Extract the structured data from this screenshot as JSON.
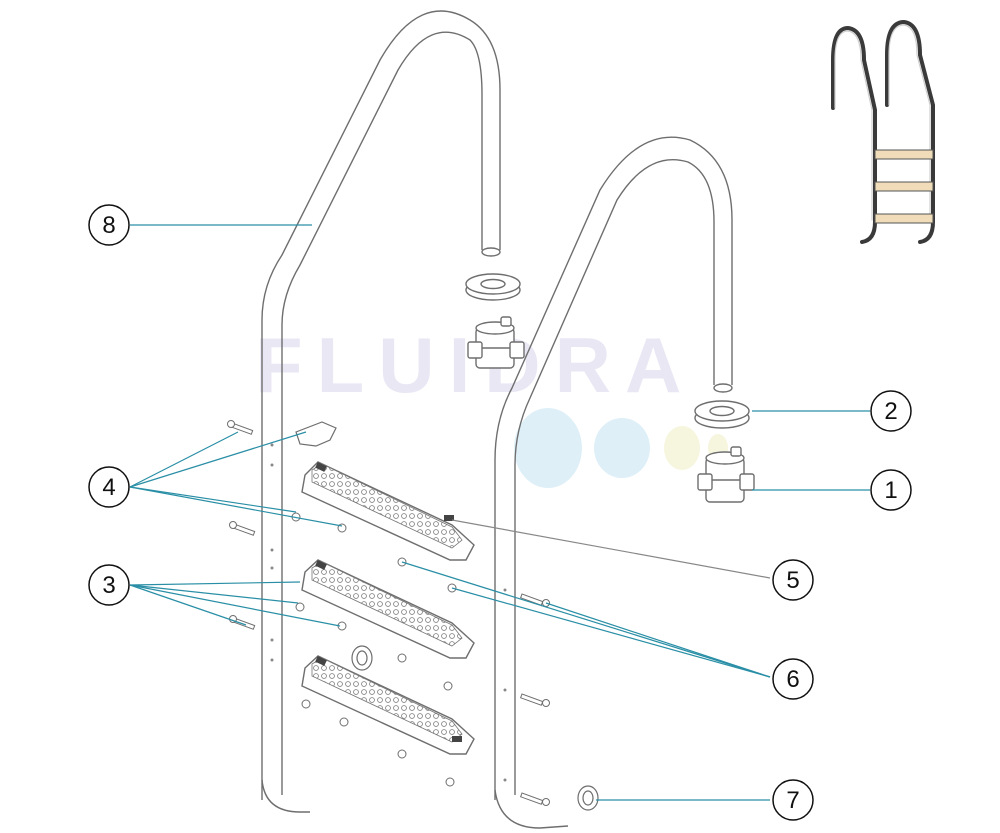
{
  "watermark": {
    "text": "FLUIDRA"
  },
  "callouts": [
    {
      "id": "1",
      "label": "1"
    },
    {
      "id": "2",
      "label": "2"
    },
    {
      "id": "3",
      "label": "3"
    },
    {
      "id": "4",
      "label": "4"
    },
    {
      "id": "5",
      "label": "5"
    },
    {
      "id": "6",
      "label": "6"
    },
    {
      "id": "7",
      "label": "7"
    },
    {
      "id": "8",
      "label": "8"
    }
  ],
  "colors": {
    "leader": "#2a8fa6",
    "outline": "#6e6e6e",
    "watermark": "#d9d4ec",
    "bubble_blue": "#d6ecf7",
    "bubble_yellow": "#f5f3d6",
    "step_tread": "#f0dcb8"
  }
}
